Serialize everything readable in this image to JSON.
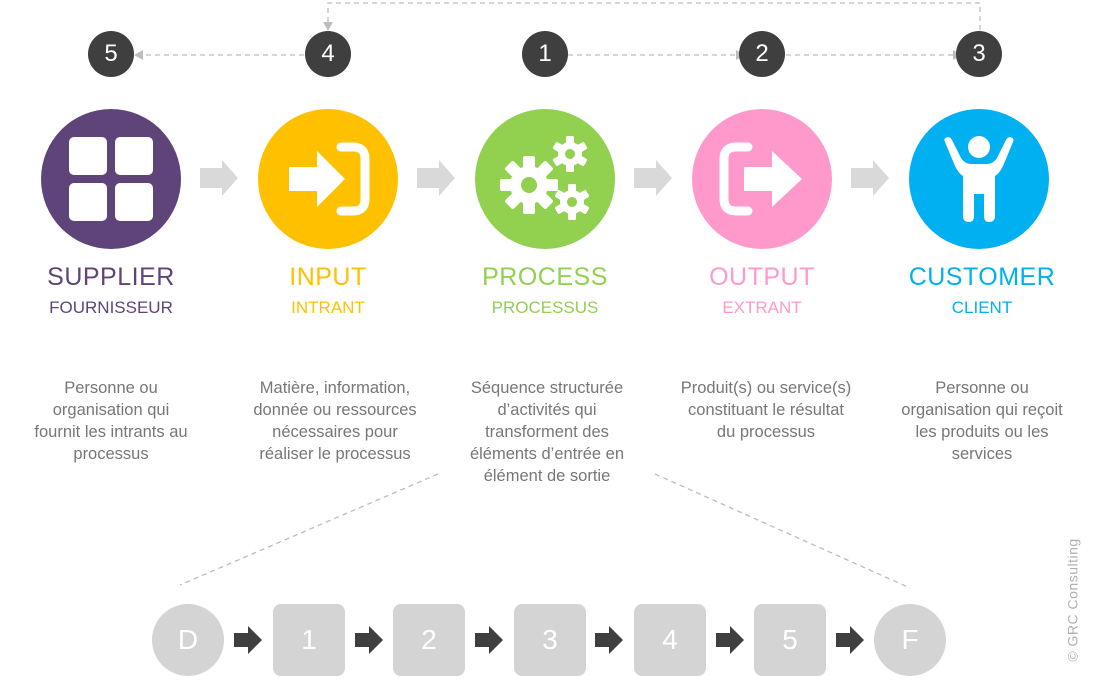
{
  "colors": {
    "supplier": "#5e4479",
    "input": "#ffc000",
    "process": "#92d050",
    "output": "#ff99cc",
    "customer": "#00b0f0",
    "badge": "#3f3f3f",
    "arrow_light": "#d9d9d9",
    "arrow_dark": "#3f3f3f",
    "step_box": "#d4d4d4",
    "description_text": "#777777"
  },
  "badges": [
    "5",
    "4",
    "1",
    "2",
    "3"
  ],
  "nodes": [
    {
      "title": "SUPPLIER",
      "subtitle": "FOURNISSEUR",
      "icon": "grid-icon",
      "description": [
        "Personne ou",
        "organisation qui",
        "fournit les intrants au",
        "processus"
      ]
    },
    {
      "title": "INPUT",
      "subtitle": "INTRANT",
      "icon": "sign-in-icon",
      "description": [
        "Matière, information,",
        "donnée ou ressources",
        "nécessaires pour",
        "réaliser le processus"
      ]
    },
    {
      "title": "PROCESS",
      "subtitle": "PROCESSUS",
      "icon": "gears-icon",
      "description": [
        "Séquence structurée",
        "d’activités qui",
        "transforment des",
        "éléments d’entrée en",
        "élément de sortie"
      ]
    },
    {
      "title": "OUTPUT",
      "subtitle": "EXTRANT",
      "icon": "sign-out-icon",
      "description": [
        "Produit(s) ou service(s)",
        "constituant le résultat",
        "du processus"
      ]
    },
    {
      "title": "CUSTOMER",
      "subtitle": "CLIENT",
      "icon": "person-icon",
      "description": [
        "Personne ou",
        "organisation qui reçoit",
        "les produits ou les",
        "services"
      ]
    }
  ],
  "steps": [
    "D",
    "1",
    "2",
    "3",
    "4",
    "5",
    "F"
  ],
  "watermark": "© GRC Consulting"
}
